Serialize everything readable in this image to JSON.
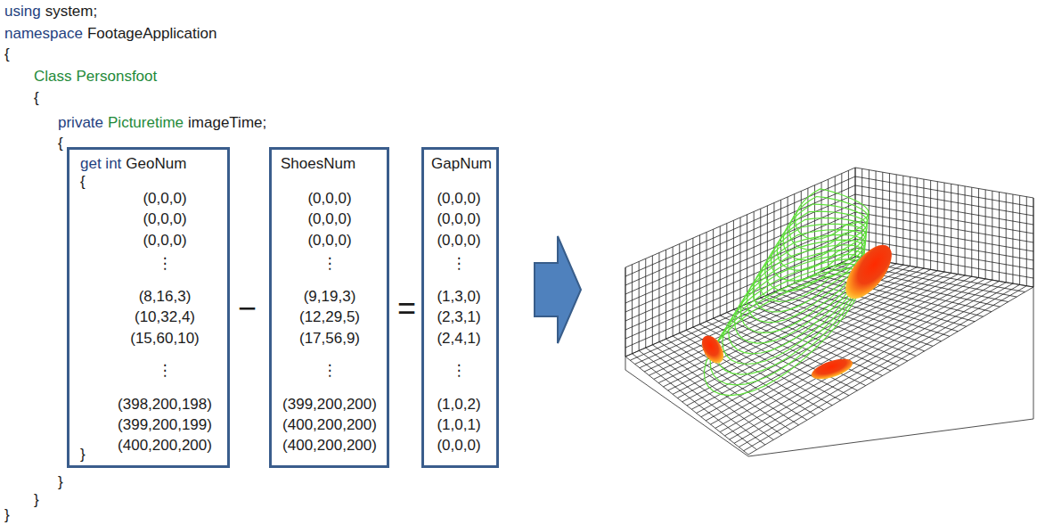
{
  "diagram": {
    "nodes": [
      {
        "text": [
          "get int",
          "GeoNum",
          "{",
          "(0,0,0)",
          "(0,0,0)",
          "(0,0,0)",
          "⋮",
          "(8,16,3)",
          "(10,32,4)",
          "(15,60,10)",
          "⋮",
          "(398,200,198)",
          "(399,200,199)",
          "(400,200,200)",
          "}"
        ]
      },
      {
        "text": [
          "ShoesNum",
          "(0,0,0)",
          "(0,0,0)",
          "(0,0,0)",
          "⋮",
          "(9,19,3)",
          "(12,29,5)",
          "(17,56,9)",
          "⋮",
          "(399,200,200)",
          "(400,200,200)",
          "(400,200,200)"
        ]
      },
      {
        "text": [
          "GapNum",
          "(0,0,0)",
          "(0,0,0)",
          "(0,0,0)",
          "⋮",
          "(1,3,0)",
          "(2,3,1)",
          "(2,4,1)",
          "⋮",
          "(1,0,2)",
          "(1,0,1)",
          "(0,0,0)"
        ]
      }
    ],
    "labels": [
      "using",
      "system;",
      "namespace",
      "FootageApplication",
      "{",
      "Class",
      "Personsfoot",
      "{",
      "private",
      "Picturetime",
      "imageTime;",
      "{",
      "−",
      "=",
      "}",
      "}",
      "}"
    ]
  }
}
